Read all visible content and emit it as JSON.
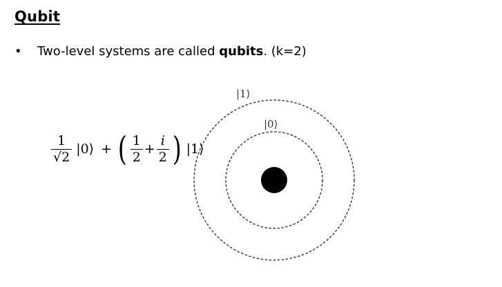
{
  "slide": {
    "title": "Qubit",
    "bullet_symbol": "•",
    "bullet_text_before": "Two-level systems are called ",
    "bullet_text_bold": "qubits",
    "bullet_text_after": ". (k=2)"
  },
  "formula": {
    "frac1_num": "1",
    "frac1_den": "√2",
    "ket0": "|0⟩",
    "plus": "+",
    "paren_open": "(",
    "frac2_num": "1",
    "frac2_den": "2",
    "plus_inner": "+",
    "frac3_num": "i",
    "frac3_den": "2",
    "paren_close": ")",
    "ket1": "|1⟩"
  },
  "diagram": {
    "outer_label": "|1⟩",
    "inner_label": "|0⟩"
  }
}
